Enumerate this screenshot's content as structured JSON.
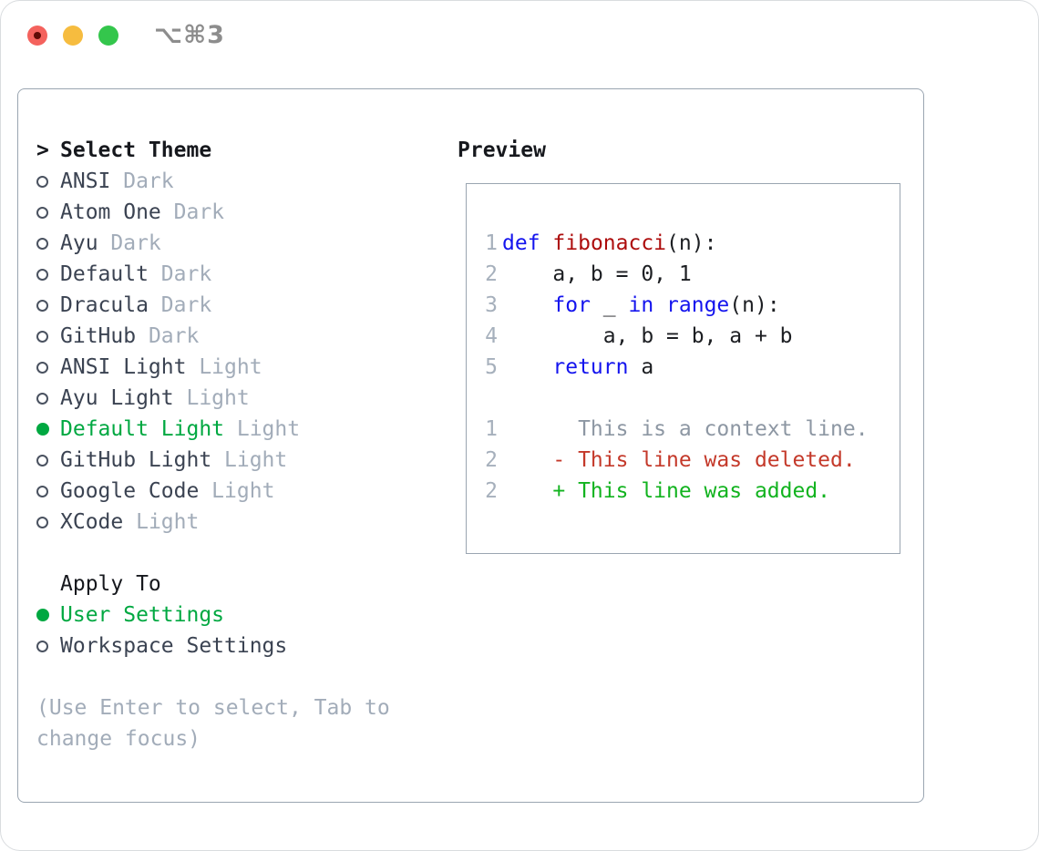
{
  "window": {
    "title": "⌥⌘3"
  },
  "colors": {
    "selection_green": "#00a841",
    "added_green": "#12b31f",
    "deleted_red": "#c4392a",
    "keyword_blue": "#1414ee",
    "function_red": "#ad0d0d",
    "muted_gray": "#a2acb9",
    "text_dark": "#3b4352",
    "border_gray": "#9aa5b1",
    "traffic_red": "#f4625d",
    "traffic_yellow": "#f6bc3f",
    "traffic_green": "#34c64c"
  },
  "panel": {
    "theme_selector": {
      "header_marker": ">",
      "header": "Select Theme",
      "items": [
        {
          "name": "ANSI",
          "variant": "Dark",
          "selected": false
        },
        {
          "name": "Atom One",
          "variant": "Dark",
          "selected": false
        },
        {
          "name": "Ayu",
          "variant": "Dark",
          "selected": false
        },
        {
          "name": "Default",
          "variant": "Dark",
          "selected": false
        },
        {
          "name": "Dracula",
          "variant": "Dark",
          "selected": false
        },
        {
          "name": "GitHub",
          "variant": "Dark",
          "selected": false
        },
        {
          "name": "ANSI Light",
          "variant": "Light",
          "selected": false
        },
        {
          "name": "Ayu Light",
          "variant": "Light",
          "selected": false
        },
        {
          "name": "Default Light",
          "variant": "Light",
          "selected": true
        },
        {
          "name": "GitHub Light",
          "variant": "Light",
          "selected": false
        },
        {
          "name": "Google Code",
          "variant": "Light",
          "selected": false
        },
        {
          "name": "XCode",
          "variant": "Light",
          "selected": false
        }
      ]
    },
    "apply_to": {
      "header": "Apply To",
      "options": [
        {
          "label": "User Settings",
          "selected": true
        },
        {
          "label": "Workspace Settings",
          "selected": false
        }
      ]
    },
    "help_lines": [
      "(Use Enter to select, Tab to",
      "change focus)"
    ],
    "preview": {
      "header": "Preview",
      "code_lines": [
        {
          "num": "1",
          "tokens": [
            [
              "def",
              "kw"
            ],
            [
              " ",
              "plain"
            ],
            [
              "fibonacci",
              "fn"
            ],
            [
              "(n):",
              "plain"
            ]
          ]
        },
        {
          "num": "2",
          "tokens": [
            [
              "    a, b = 0, 1",
              "plain"
            ]
          ]
        },
        {
          "num": "3",
          "tokens": [
            [
              "    ",
              "plain"
            ],
            [
              "for",
              "kw"
            ],
            [
              " _ ",
              "plain"
            ],
            [
              "in",
              "kw"
            ],
            [
              " ",
              "plain"
            ],
            [
              "range",
              "kw"
            ],
            [
              "(n):",
              "plain"
            ]
          ]
        },
        {
          "num": "4",
          "tokens": [
            [
              "        a, b = b, a + b",
              "plain"
            ]
          ]
        },
        {
          "num": "5",
          "tokens": [
            [
              "    ",
              "plain"
            ],
            [
              "return",
              "kw"
            ],
            [
              " a",
              "plain"
            ]
          ]
        }
      ],
      "diff_lines": [
        {
          "num": "1",
          "text": "      This is a context line.",
          "type": "context"
        },
        {
          "num": "2",
          "text": "    - This line was deleted.",
          "type": "deleted"
        },
        {
          "num": "2",
          "text": "    + This line was added.",
          "type": "added"
        }
      ]
    }
  }
}
